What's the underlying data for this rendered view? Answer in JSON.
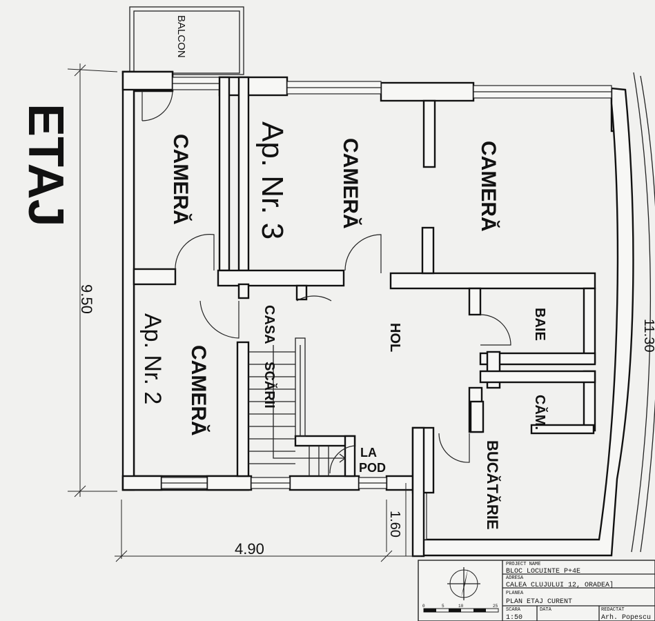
{
  "floor_title": "ETAJ",
  "apartments": {
    "ap3": "Ap. Nr. 3",
    "ap2": "Ap. Nr. 2"
  },
  "rooms": {
    "balcon": "BALCON",
    "camera_nw": "CAMERĂ",
    "camera_n_center": "CAMERĂ",
    "camera_ne": "CAMERĂ",
    "camera_sw": "CAMERĂ",
    "casa_scarii_1": "CASA",
    "casa_scarii_2": "SCĂRII",
    "hol": "HOL",
    "baie": "BAIE",
    "camara": "CĂM.",
    "bucatarie": "BUCĂTĂRIE",
    "la_pod_1": "LA",
    "la_pod_2": "POD"
  },
  "dimensions": {
    "height_left": "9.50",
    "height_right": "11.30",
    "width_bottom": "4.90",
    "offset": "1.60"
  },
  "title_block": {
    "project_label": "PROJECT NAME",
    "project_value": "BLOC LOCUINTE P+4E",
    "address_label": "ADRESA",
    "address_value": "CALEA CLUJULUI 12, ORADEA]",
    "plan_label": "PLANEA",
    "plan_value": "PLAN ETAJ CURENT",
    "scale_label": "SCARA",
    "scale_value": "1:50",
    "date_label": "DATA",
    "author_label": "REDACTAT",
    "author_value": "Arh. Popescu",
    "scale_ticks": [
      "0",
      "5",
      "10",
      "25"
    ]
  }
}
